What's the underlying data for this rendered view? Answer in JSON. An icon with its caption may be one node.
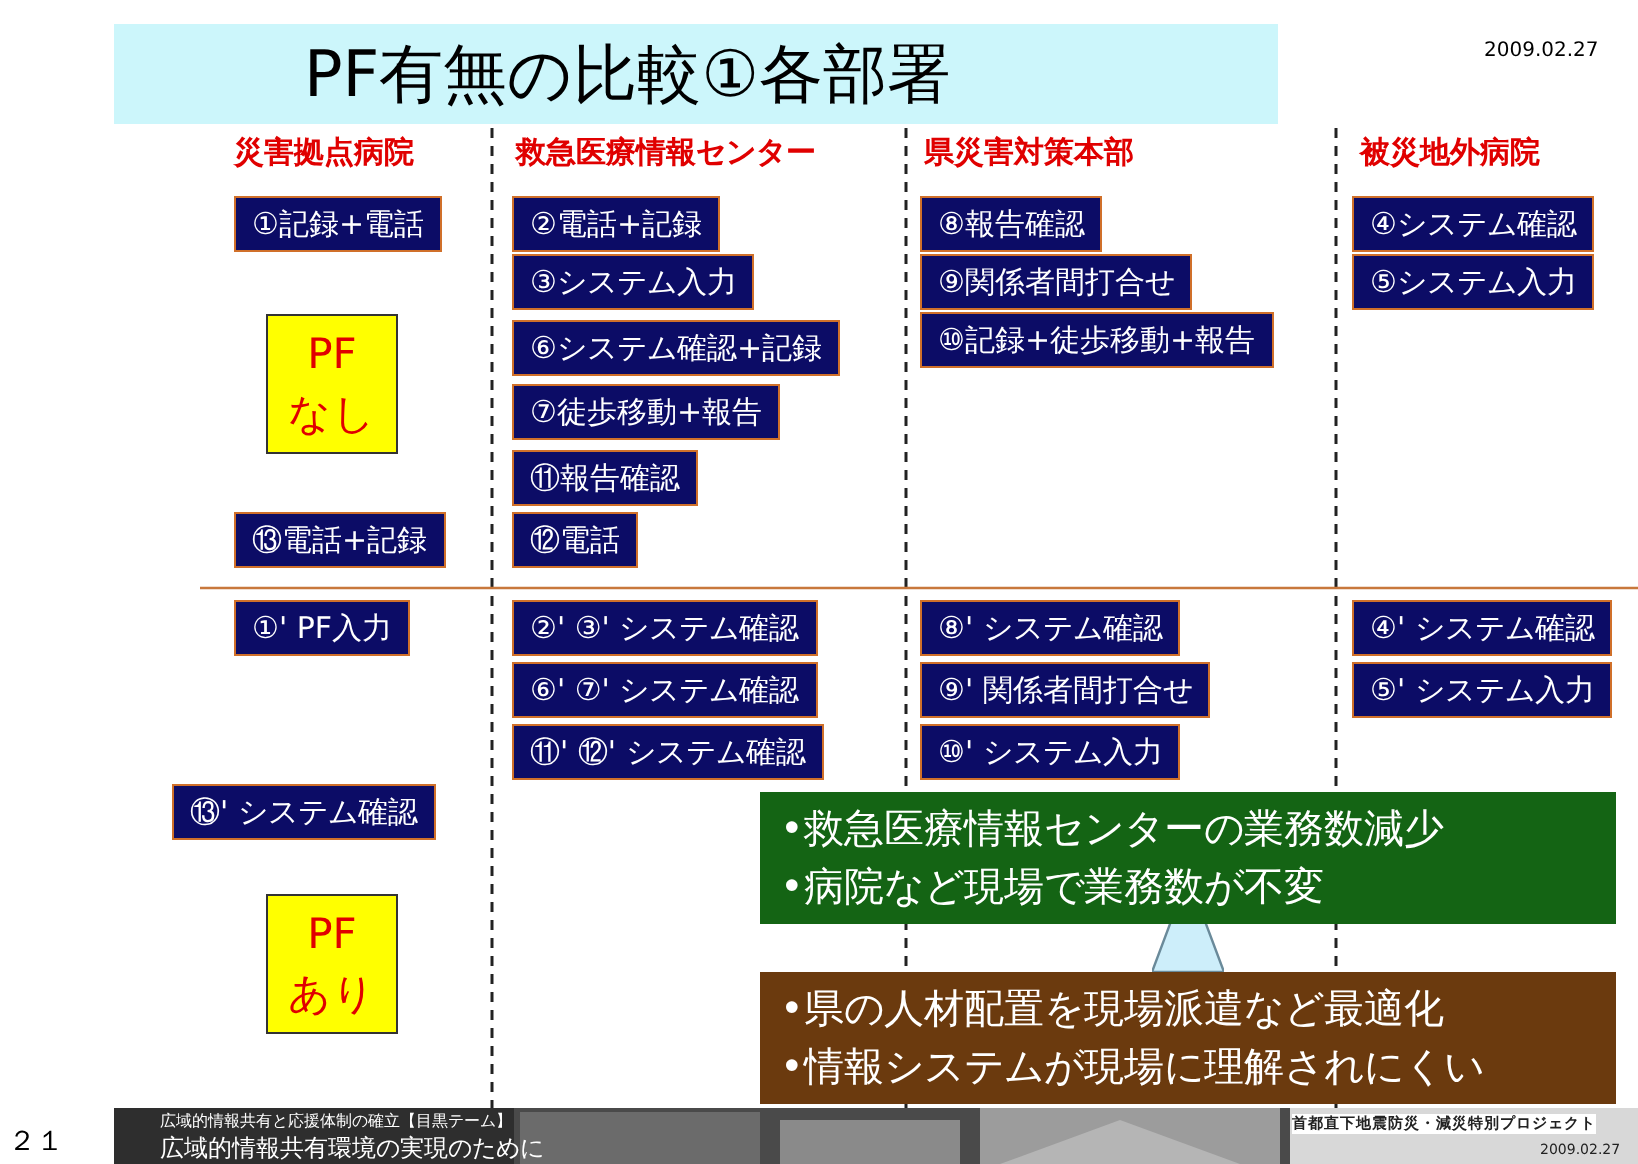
{
  "diagram": {
    "title": "PF有無の比較①各部署",
    "nodes": [
      {
        "text": [
          "①記録+電話"
        ]
      },
      {
        "text": [
          "②電話+記録"
        ]
      },
      {
        "text": [
          "⑧報告確認"
        ]
      },
      {
        "text": [
          "④システム確認"
        ]
      },
      {
        "text": [
          "③システム入力"
        ]
      },
      {
        "text": [
          "⑨関係者間打合せ"
        ]
      },
      {
        "text": [
          "⑤システム入力"
        ]
      },
      {
        "text": [
          "PFなし"
        ]
      },
      {
        "text": [
          "⑥システム確認+記録"
        ]
      },
      {
        "text": [
          "⑩記録+徒歩移動+報告"
        ]
      },
      {
        "text": [
          "⑦徒歩移動+報告"
        ]
      },
      {
        "text": [
          "⑪報告確認"
        ]
      },
      {
        "text": [
          "⑬電話+記録"
        ]
      },
      {
        "text": [
          "⑫電話"
        ]
      },
      {
        "text": [
          "①' PF入力"
        ]
      },
      {
        "text": [
          "②' ③' システム確認"
        ]
      },
      {
        "text": [
          "⑧' システム確認"
        ]
      },
      {
        "text": [
          "④' システム確認"
        ]
      },
      {
        "text": [
          "⑥' ⑦' システム確認"
        ]
      },
      {
        "text": [
          "⑨' 関係者間打合せ"
        ]
      },
      {
        "text": [
          "⑤' システム入力"
        ]
      },
      {
        "text": [
          "⑪' ⑫' システム確認"
        ]
      },
      {
        "text": [
          "⑩' システム入力"
        ]
      },
      {
        "text": [
          "⑬' システム確認"
        ]
      },
      {
        "text": [
          "•救急医療情報センターの業務数減少",
          "•病院など現場で業務数が不変"
        ]
      },
      {
        "text": [
          "PFあり"
        ]
      },
      {
        "text": [
          "•県の人材配置を現場派遣など最適化",
          "•情報システムが現場に理解されにくい"
        ]
      }
    ],
    "edges": [
      {
        "from": 24,
        "to": 26,
        "arrow": "to"
      }
    ],
    "labels": [
      "2009.02.27",
      "災害拠点病院",
      "救急医療情報センター",
      "県災害対策本部",
      "被災地外病院",
      "２１",
      "広域的情報共有と応援体制の確立【目黒テーム】",
      "広域的情報共有環境の実現のために",
      "首都直下地震防災・減災特別プロジェクト",
      "2009.02.27"
    ]
  }
}
